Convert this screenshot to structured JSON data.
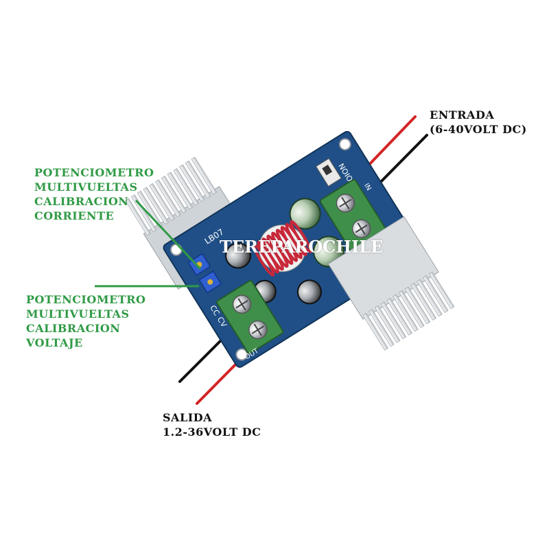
{
  "labels": {
    "current_pot": [
      "POTENCIOMETRO",
      "MULTIVUELTAS",
      "CALIBRACION",
      "CORRIENTE"
    ],
    "voltage_pot": [
      "POTENCIOMETRO",
      "MULTIVUELTAS",
      "CALIBRACION",
      "VOLTAJE"
    ],
    "input": [
      "ENTRADA",
      "(6-40VOLT DC)"
    ],
    "output": [
      "SALIDA",
      "1.2-36VOLT DC"
    ]
  },
  "board": {
    "silk_top": "NOIOH",
    "silk_model": "LB07",
    "silk_cc": "CC",
    "silk_cv": "CV",
    "silk_in": "IN",
    "silk_out": "OUT"
  },
  "watermark": "TEREPAROCHILE",
  "colors": {
    "pcb": "#1f4f86",
    "heatsink": "#e9ecef",
    "terminal": "#3f8f4a",
    "label_green": "#2f9a44",
    "wire_red": "#d42424",
    "wire_black": "#111111",
    "coil": "#c8283a"
  }
}
